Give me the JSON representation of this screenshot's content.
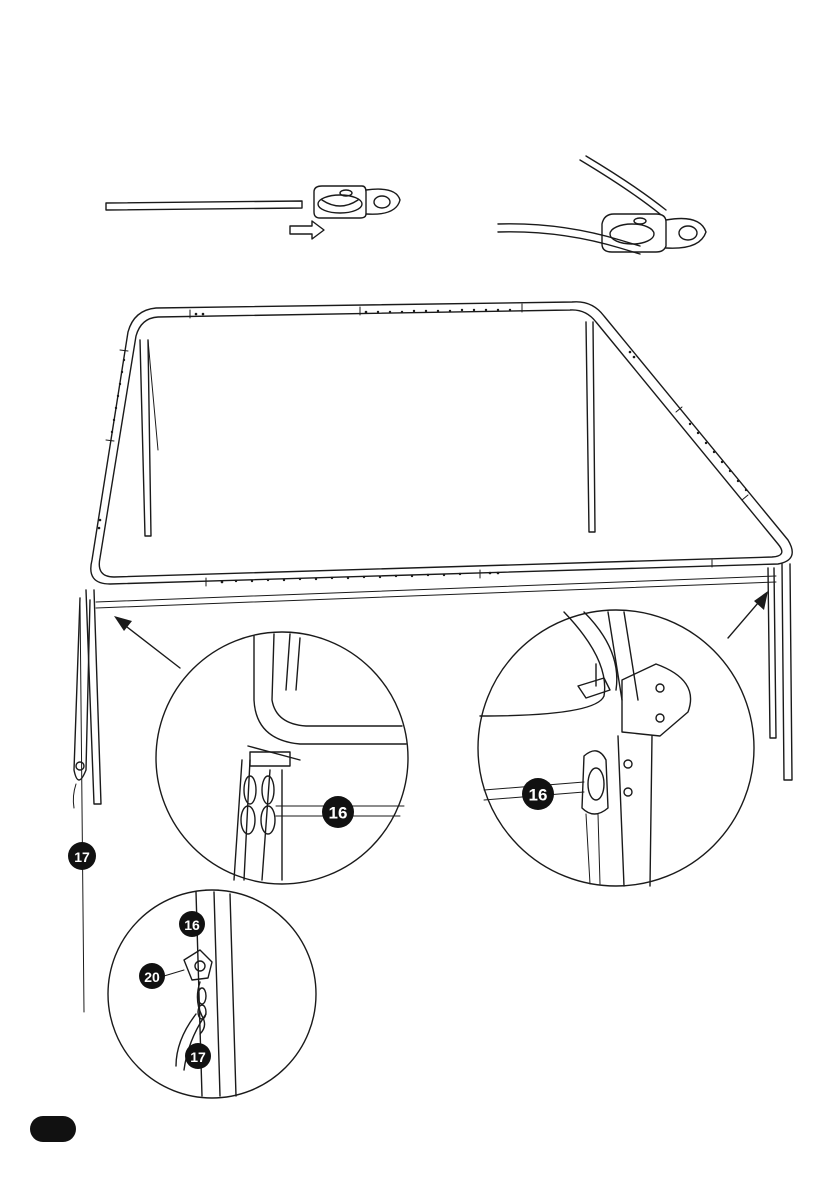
{
  "callouts": {
    "rope": "16",
    "cord": "17",
    "pulley_block": "20"
  },
  "colors": {
    "ink": "#1a1a1a",
    "badge": "#111111",
    "background": "#ffffff"
  },
  "icons": [
    "arrow-right-outline-icon",
    "pointer-arrow-icon"
  ]
}
